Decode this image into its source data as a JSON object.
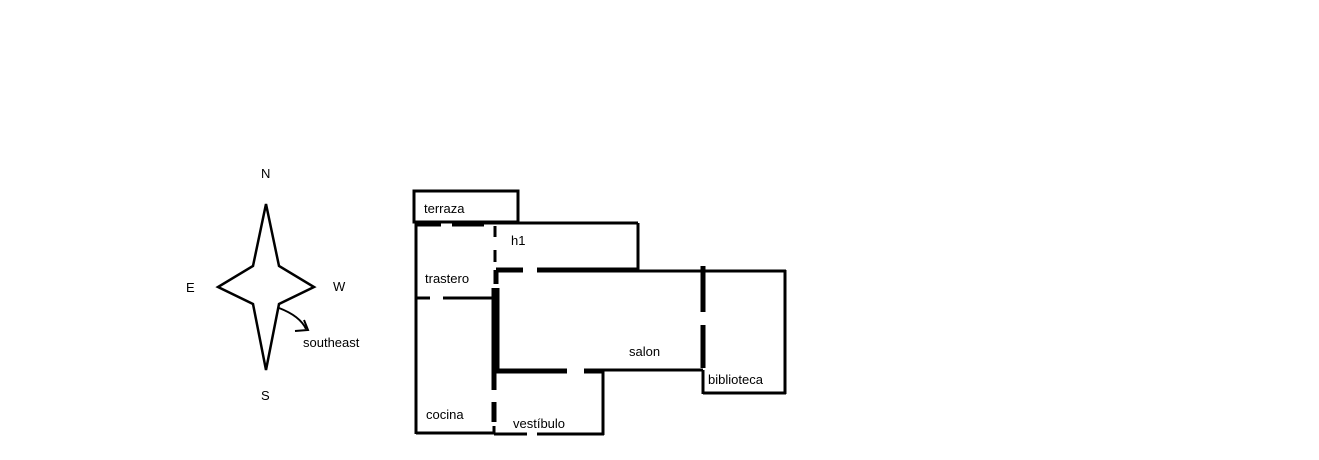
{
  "compass": {
    "north": "N",
    "south": "S",
    "east": "E",
    "west": "W",
    "pointer_label": "southeast"
  },
  "rooms": {
    "terraza": "terraza",
    "h1": "h1",
    "trastero": "trastero",
    "salon": "salon",
    "biblioteca": "biblioteca",
    "cocina": "cocina",
    "vestibulo": "vestíbulo"
  }
}
